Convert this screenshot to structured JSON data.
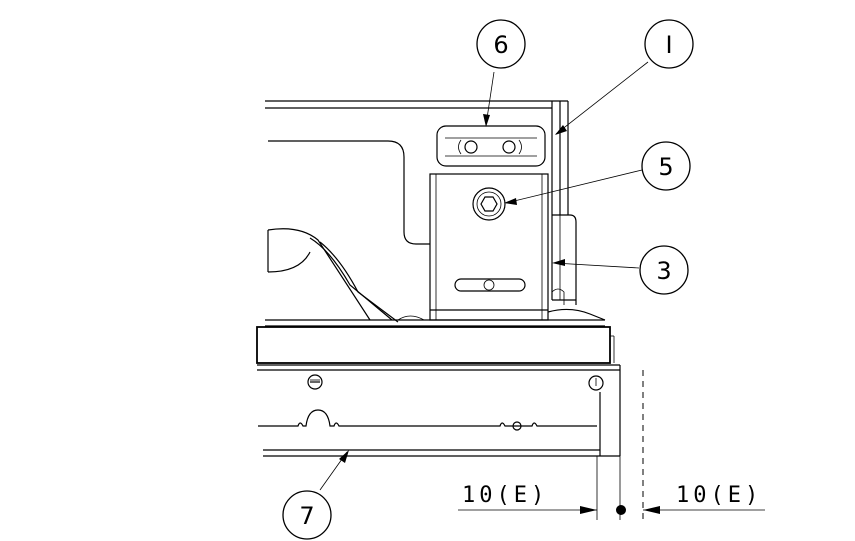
{
  "callouts": [
    {
      "id": "1",
      "label": "Ⅰ"
    },
    {
      "id": "3",
      "label": "3"
    },
    {
      "id": "5",
      "label": "5"
    },
    {
      "id": "6",
      "label": "6"
    },
    {
      "id": "7",
      "label": "7"
    }
  ],
  "dimensions": {
    "left": "10(E)",
    "right": "10(E)"
  }
}
